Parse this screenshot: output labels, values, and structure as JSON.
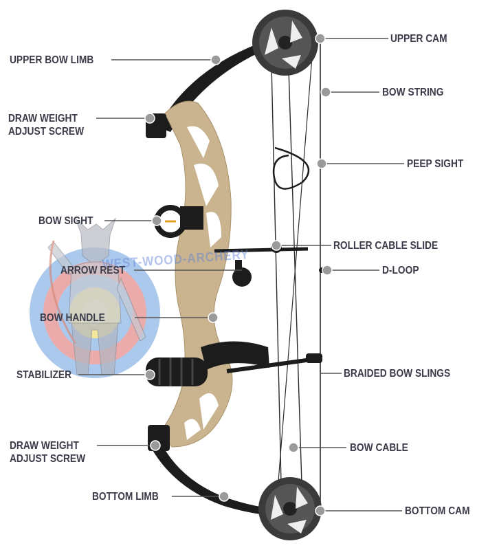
{
  "watermark": "WEST-WOOD-ARCHERY",
  "labels": {
    "upper_cam": "UPPER CAM",
    "upper_bow_limb": "UPPER BOW LIMB",
    "bow_string": "BOW STRING",
    "draw_weight_top_1": "DRAW WEIGHT",
    "draw_weight_top_2": "ADJUST SCREW",
    "peep_sight": "PEEP SIGHT",
    "bow_sight": "BOW SIGHT",
    "roller_cable_slide": "ROLLER CABLE SLIDE",
    "arrow_rest": "ARROW REST",
    "d_loop": "D-LOOP",
    "bow_handle": "BOW HANDLE",
    "stabilizer": "STABILIZER",
    "braided_bow_slings": "BRAIDED BOW SLINGS",
    "draw_weight_bottom_1": "DRAW WEIGHT",
    "draw_weight_bottom_2": "ADJUST SCREW",
    "bow_cable": "BOW CABLE",
    "bottom_limb": "BOTTOM LIMB",
    "bottom_cam": "BOTTOM CAM"
  },
  "colors": {
    "label_text": "#3a3a48",
    "leader_line": "#555555",
    "dot": "#9a9a9a",
    "riser": "#c9b48f",
    "limb": "#1c1c1c",
    "target_blue": "#8fb8e6",
    "target_red": "#e07070",
    "target_yellow": "#f2e27a"
  }
}
